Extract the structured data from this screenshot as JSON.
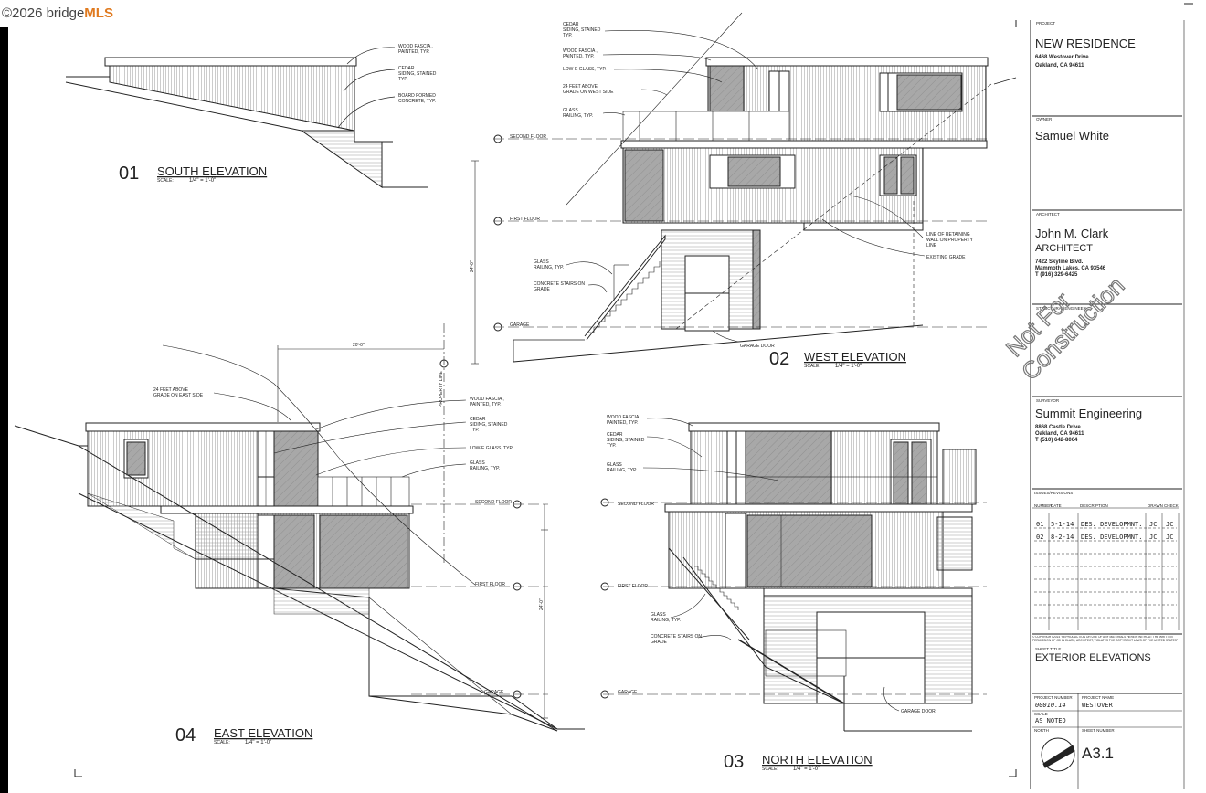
{
  "watermark_logo": {
    "copyright": "©2026 bridge",
    "brand": "MLS"
  },
  "watermark_stamp": [
    "Not For",
    "Construction"
  ],
  "views": {
    "south": {
      "number": "01",
      "title": "SOUTH ELEVATION",
      "scale_label": "SCALE:",
      "scale": "1/4\" = 1'-0\"",
      "notes": [
        "WOOD FASCIA ,",
        "PAINTED, TYP.",
        "CEDAR",
        "SIDING, STAINED",
        "TYP.",
        "BOARD FORMED",
        "CONCRETE, TYP."
      ]
    },
    "west": {
      "number": "02",
      "title": "WEST ELEVATION",
      "scale_label": "SCALE:",
      "scale": "1/4\" = 1'-0\"",
      "notes_top": [
        "CEDAR",
        "SIDING, STAINED",
        "TYP.",
        "WOOD FASCIA ,",
        "PAINTED, TYP.",
        "LOW-E GLASS, TYP.",
        "24 FEET ABOVE",
        "GRADE ON WEST SIDE",
        "GLASS",
        "RAILING, TYP."
      ],
      "levels": [
        "SECOND FLOOR",
        "FIRST FLOOR",
        "GARAGE"
      ],
      "height_dim": "24'-0\"",
      "notes_right": [
        "LINE OF RETAINING",
        "WALL ON PROPERTY",
        "LINE",
        "EXISTING GRADE"
      ],
      "notes_stair": [
        "GLASS",
        "RAILING, TYP.",
        "CONCRETE STAIRS ON",
        "GRADE"
      ],
      "garage_door": "GARAGE DOOR"
    },
    "east": {
      "number": "04",
      "title": "EAST ELEVATION",
      "scale_label": "SCALE:",
      "scale": "1/4\" = 1'-0\"",
      "width_dim": "20'-0\"",
      "property_line": "PROPERTY LINE",
      "notes": [
        "24 FEET ABOVE",
        "GRADE ON EAST SIDE",
        "WOOD FASCIA ,",
        "PAINTED, TYP.",
        "CEDAR",
        "SIDING, STAINED",
        "TYP.",
        "LOW-E GLASS, TYP.",
        "GLASS",
        "RAILING, TYP."
      ],
      "levels": [
        "SECOND FLOOR",
        "FIRST FLOOR",
        "GARAGE"
      ],
      "height_dim": "24'-0\""
    },
    "north": {
      "number": "03",
      "title": "NORTH ELEVATION",
      "scale_label": "SCALE:",
      "scale": "1/4\" = 1'-0\"",
      "notes": [
        "WOOD FASCIA",
        "PAINTED, TYP.",
        "CEDAR",
        "SIDING, STAINED",
        "TYP.",
        "GLASS",
        "RAILING, TYP."
      ],
      "levels": [
        "SECOND FLOOR",
        "FIRST FLOOR",
        "GARAGE"
      ],
      "notes_stair": [
        "GLASS",
        "RAILING, TYP.",
        "CONCRETE STAIRS ON",
        "GRADE"
      ],
      "garage_door": "GARAGE DOOR"
    }
  },
  "title_block": {
    "project_head": "PROJECT",
    "project": "NEW RESIDENCE",
    "project_addr": [
      "6468 Westover Drive",
      "Oakland, CA 94611"
    ],
    "owner_head": "OWNER",
    "owner": "Samuel White",
    "architect_head": "ARCHITECT",
    "architect": "John M. Clark",
    "architect_sub": "ARCHITECT",
    "architect_addr": [
      "7422 Skyline Blvd.",
      "Mammoth Lakes, CA 93546",
      "T (916) 329-6425"
    ],
    "structural_head": "STRUCTURAL ENGINEER",
    "surveyor_head": "SURVEYOR",
    "surveyor": "Summit Engineering",
    "surveyor_addr": [
      "8868 Castle Drive",
      "Oakland, CA 94611",
      "T (510) 642-8064"
    ],
    "issues_head": "ISSUES/REVISIONS",
    "issue_cols": [
      "NUMBER",
      "DATE",
      "DESCRIPTION",
      "DRAWN",
      "CHECK"
    ],
    "issues": [
      [
        "01",
        "5-1-14",
        "DES. DEVELOPMNT.",
        "JC",
        "JC"
      ],
      [
        "02",
        "8-2-14",
        "DES. DEVELOPMNT.",
        "JC",
        "JC"
      ]
    ],
    "copyright": "© COPYRIGHT 2014 \"REPRODUCTION OR USE OF ANY MATERIALS HEREIN WITHOUT THE WRITTEN PERMISSION OF JOHN CLARK, ARCHITECT, VIOLATES THE COPYRIGHT LAWS OF THE UNITED STATES\"",
    "sheet_title_head": "SHEET TITLE",
    "sheet_title": "EXTERIOR ELEVATIONS",
    "project_number_head": "PROJECT NUMBER",
    "project_number": "00010.14",
    "project_name_head": "PROJECT NAME",
    "project_name": "WESTOVER",
    "scale_head": "SCALE",
    "scale": "AS NOTED",
    "north_head": "NORTH",
    "sheet_number_head": "SHEET NUMBER",
    "sheet_number": "A3.1"
  }
}
